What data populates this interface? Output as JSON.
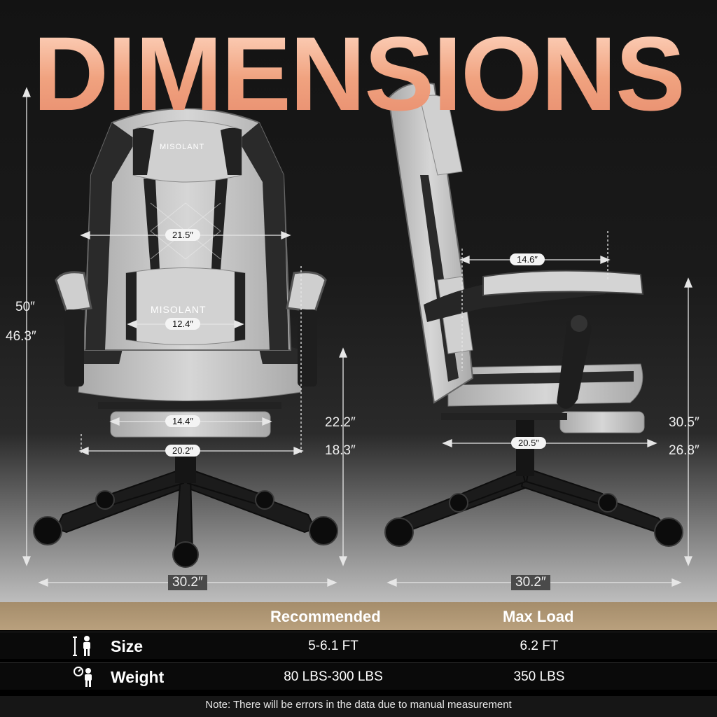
{
  "title": "DIMENSIONS",
  "brand": "MISOLANT",
  "front": {
    "height_total": "50″",
    "height_back": "46.3″",
    "backrest_width": "21.5″",
    "lumbar_width": "12.4″",
    "seat_width": "14.4″",
    "seat_total_width": "20.2″",
    "seat_height_max": "22.2″",
    "seat_height_min": "18.3″",
    "base_width": "30.2″"
  },
  "side": {
    "seat_depth": "14.6″",
    "seat_length": "20.5″",
    "arm_height_max": "30.5″",
    "arm_height_min": "26.8″",
    "base_width": "30.2″"
  },
  "table": {
    "col_recommended": "Recommended",
    "col_max": "Max Load",
    "rows": [
      {
        "label": "Size",
        "recommended": "5-6.1 FT",
        "max": "6.2 FT",
        "icon": "height-person-icon"
      },
      {
        "label": "Weight",
        "recommended": "80 LBS-300 LBS",
        "max": "350 LBS",
        "icon": "scale-person-icon"
      }
    ]
  },
  "note": "Note: There will be errors in the data due to manual measurement",
  "colors": {
    "title_peach": "#f0a27f",
    "header_bar": "#b9a07d",
    "chair_fabric": "#c9c9c9",
    "chair_trim": "#2a2a2a"
  }
}
